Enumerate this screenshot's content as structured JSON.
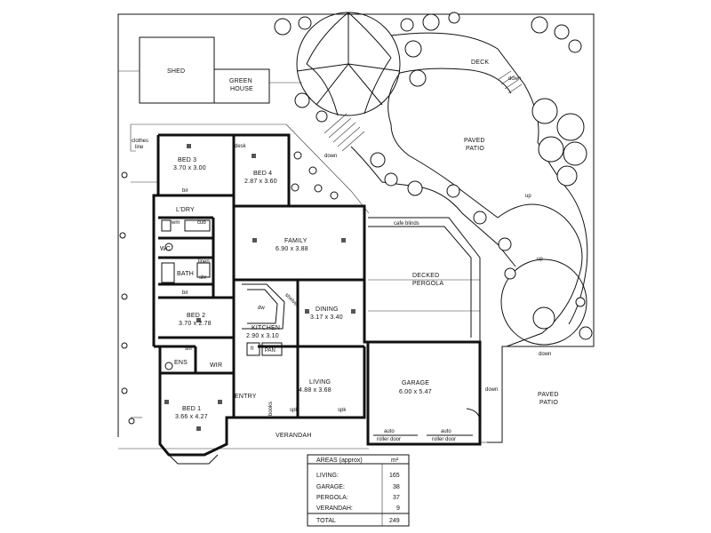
{
  "plan": {
    "outbuildings": {
      "shed": "SHED",
      "green_house": [
        "GREEN",
        "HOUSE"
      ]
    },
    "rooms": {
      "bed3": {
        "name": "BED 3",
        "dims": "3.70 x 3.00"
      },
      "bed4": {
        "name": "BED 4",
        "dims": "2.87 x 3.60"
      },
      "family": {
        "name": "FAMILY",
        "dims": "6.90 x 3.88"
      },
      "dining": {
        "name": "DINING",
        "dims": "3.17 x 3.40"
      },
      "kitchen": {
        "name": "KITCHEN",
        "dims": "2.90 x 3.10"
      },
      "living": {
        "name": "LIVING",
        "dims": "4.88 x 3.68"
      },
      "garage": {
        "name": "GARAGE",
        "dims": "6.00 x 5.47"
      },
      "bed2": {
        "name": "BED 2",
        "dims": "3.70 x 2.78"
      },
      "bed1": {
        "name": "BED 1",
        "dims": "3.66 x 4.27"
      },
      "pergola": [
        "DECKED",
        "PERGOLA"
      ],
      "deck": "DECK",
      "paved_patio_top": [
        "PAVED",
        "PATIO"
      ],
      "paved_patio_right": [
        "PAVED",
        "PATIO"
      ]
    },
    "labels": {
      "desk": "desk",
      "bir": "bir",
      "ldry": "L'DRY",
      "wm": "wm",
      "cub": "cub",
      "wc": "WC",
      "bath": "BATH",
      "linen": "linen",
      "shr": "shr",
      "ens": "ENS",
      "wir": "WIR",
      "entry": "ENTRY",
      "verandah": "VERANDAH",
      "clothes_line": [
        "clothes",
        "line"
      ],
      "down": "down",
      "up": "up",
      "cafe_blinds": "cafe blinds",
      "dw": "dw",
      "fr": "fr",
      "pan": "PAN",
      "books": "books",
      "spk": "spk",
      "auto_roller_door": [
        "auto",
        "roller door"
      ],
      "shelves": "shelves"
    }
  },
  "areas_table": {
    "title": "AREAS (approx)",
    "unit": "m²",
    "rows": [
      {
        "label": "LIVING:",
        "value": "165"
      },
      {
        "label": "GARAGE:",
        "value": "38"
      },
      {
        "label": "PERGOLA:",
        "value": "37"
      },
      {
        "label": "VERANDAH:",
        "value": "9"
      }
    ],
    "total_label": "TOTAL",
    "total_value": "249"
  }
}
